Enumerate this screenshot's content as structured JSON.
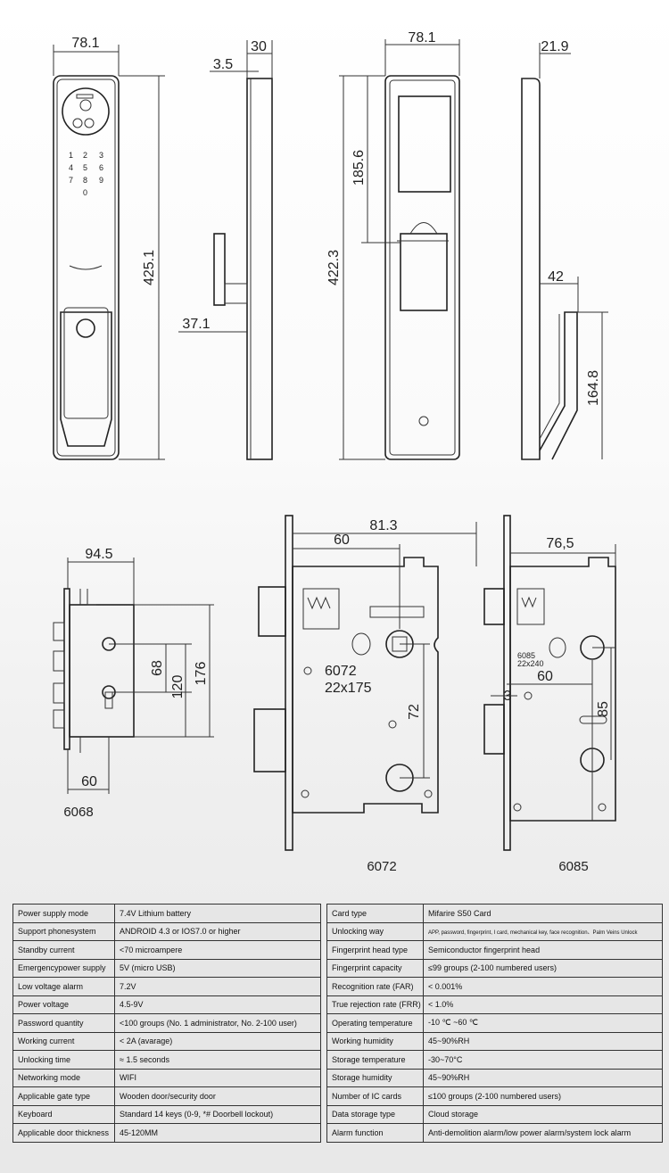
{
  "top_dimensions": {
    "front_width": "78.1",
    "front_height": "425.1",
    "side_depth": "30",
    "side_offset": "3.5",
    "side_handle": "37.1",
    "back_width": "78.1",
    "back_screen_height": "185.6",
    "back_height": "422.3",
    "side2_depth": "21.9",
    "side2_handle_depth": "42",
    "side2_handle_length": "164.8"
  },
  "keypad": [
    "1",
    "2",
    "3",
    "4",
    "5",
    "6",
    "7",
    "8",
    "9",
    "0"
  ],
  "mortise_6068": {
    "label": "6068",
    "width": "94.5",
    "dim_68": "68",
    "dim_120": "120",
    "dim_176": "176",
    "backset": "60"
  },
  "mortise_6072": {
    "label": "6072",
    "inner_label": "6072",
    "inner_size": "22x175",
    "width": "81.3",
    "backset": "60",
    "center": "72"
  },
  "mortise_6085": {
    "label": "6085",
    "inner_label": "6085",
    "inner_size": "22x240",
    "width": "76,5",
    "backset": "60",
    "offset": "3",
    "center": "85"
  },
  "spec_left": [
    {
      "key": "Power supply mode",
      "value": "7.4V Lithium battery"
    },
    {
      "key": "Support phonesystem",
      "value": "ANDROID 4.3 or IOS7.0 or higher"
    },
    {
      "key": "Standby current",
      "value": "<70 microampere"
    },
    {
      "key": "Emergencypower supply",
      "value": "5V (micro USB)"
    },
    {
      "key": "Low voltage alarm",
      "value": "7.2V"
    },
    {
      "key": "Power voltage",
      "value": "4.5-9V"
    },
    {
      "key": "Password quantity",
      "value": "<100 groups (No. 1 administrator, No. 2-100 user)"
    },
    {
      "key": "Working current",
      "value": "< 2A (avarage)"
    },
    {
      "key": "Unlocking time",
      "value": "≈ 1.5 seconds"
    },
    {
      "key": "Networking mode",
      "value": "WIFI"
    },
    {
      "key": "Applicable gate type",
      "value": "Wooden door/security door"
    },
    {
      "key": "Keyboard",
      "value": "Standard 14 keys (0-9, *# Doorbell lockout)"
    },
    {
      "key": "Applicable door thickness",
      "value": "45-120MM"
    }
  ],
  "spec_right": [
    {
      "key": "Card type",
      "value": "Mifarire S50 Card"
    },
    {
      "key": "Unlocking way",
      "value": "APP, password, fingerprint, I card, mechanical key, face recognition、Palm Veins Unlock"
    },
    {
      "key": "Fingerprint head type",
      "value": "Semiconductor fingerprint head"
    },
    {
      "key": "Fingerprint capacity",
      "value": "≤99 groups (2-100 numbered users)"
    },
    {
      "key": "Recognition rate (FAR)",
      "value": "< 0.001%"
    },
    {
      "key": "True rejection rate (FRR)",
      "value": "< 1.0%"
    },
    {
      "key": "Operating temperature",
      "value": "-10 ℃ ~60 ℃"
    },
    {
      "key": "Working humidity",
      "value": "45~90%RH"
    },
    {
      "key": "Storage temperature",
      "value": "-30~70°C"
    },
    {
      "key": "Storage humidity",
      "value": "45~90%RH"
    },
    {
      "key": "Number of IC cards",
      "value": "≤100 groups (2-100 numbered users)"
    },
    {
      "key": "Data storage type",
      "value": "Cloud storage"
    },
    {
      "key": "Alarm function",
      "value": "Anti-demolition alarm/low power alarm/system lock alarm"
    }
  ]
}
